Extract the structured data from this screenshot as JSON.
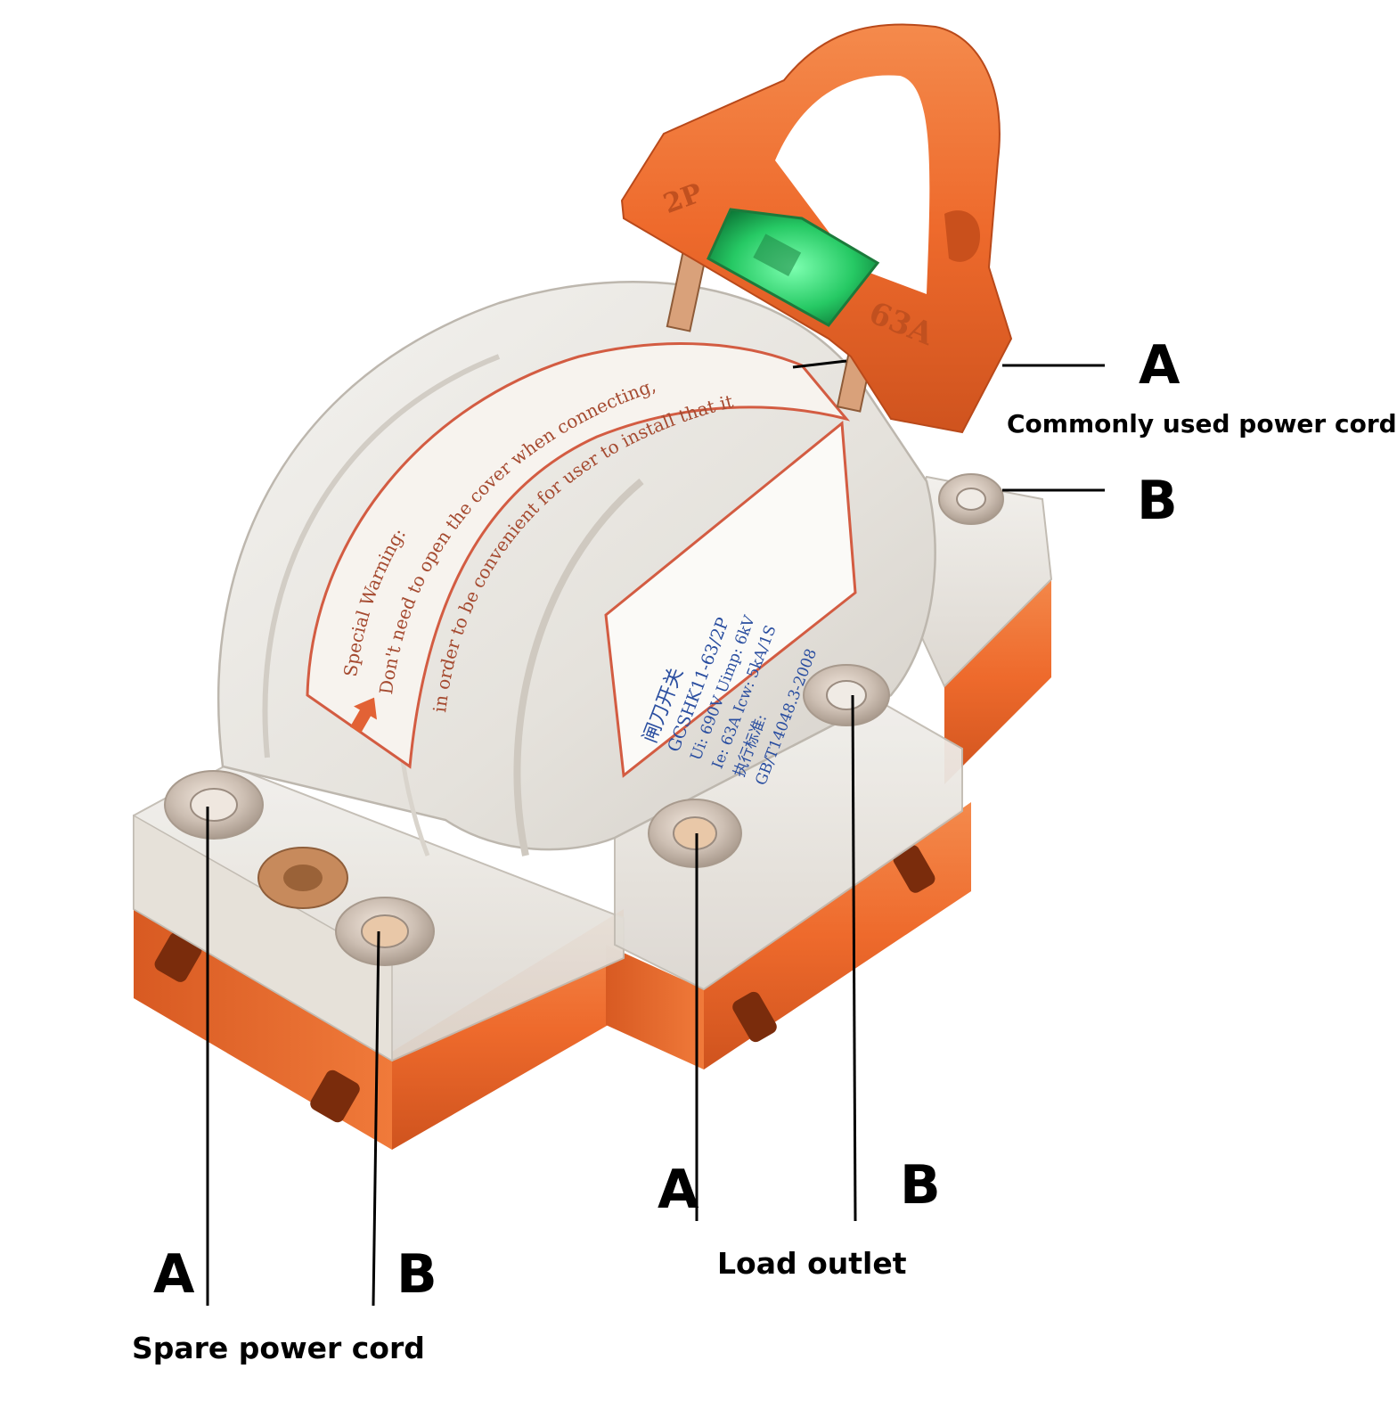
{
  "colors": {
    "housing": "#ee6a2c",
    "housing_dark": "#c9501c",
    "housing_light": "#f7905a",
    "cover": "#ececea",
    "cover_edge": "#c9c6c0",
    "terminal": "#d9d3cc",
    "copper": "#c07f52",
    "indicator": "#28d06a",
    "warning_red": "#d2402a"
  },
  "handle": {
    "poles": "2P",
    "rating": "63A",
    "indicator_icon": "green-indicator-window-icon"
  },
  "nameplate": {
    "line1": "闸刀开关",
    "line2": "GCSHK11-63/2P",
    "line3": "Ui: 690V   Uimp: 6kV",
    "line4": "Ie: 63A   Icw: 5kA/1S",
    "line5": "执行标准:",
    "line6": "GB/T14048.3-2008"
  },
  "warning_sticker": {
    "line1": "Special Warning:",
    "line2": "Don't need to open the cover when connecting,",
    "line3": "in order to be convenient for user to install that it does"
  },
  "callouts": {
    "top_a_letter": "A",
    "top_a_caption": "Commonly used power cord",
    "top_b_letter": "B",
    "spare_a_letter": "A",
    "spare_b_letter": "B",
    "spare_caption": "Spare power cord",
    "load_a_letter": "A",
    "load_b_letter": "B",
    "load_caption": "Load outlet"
  }
}
